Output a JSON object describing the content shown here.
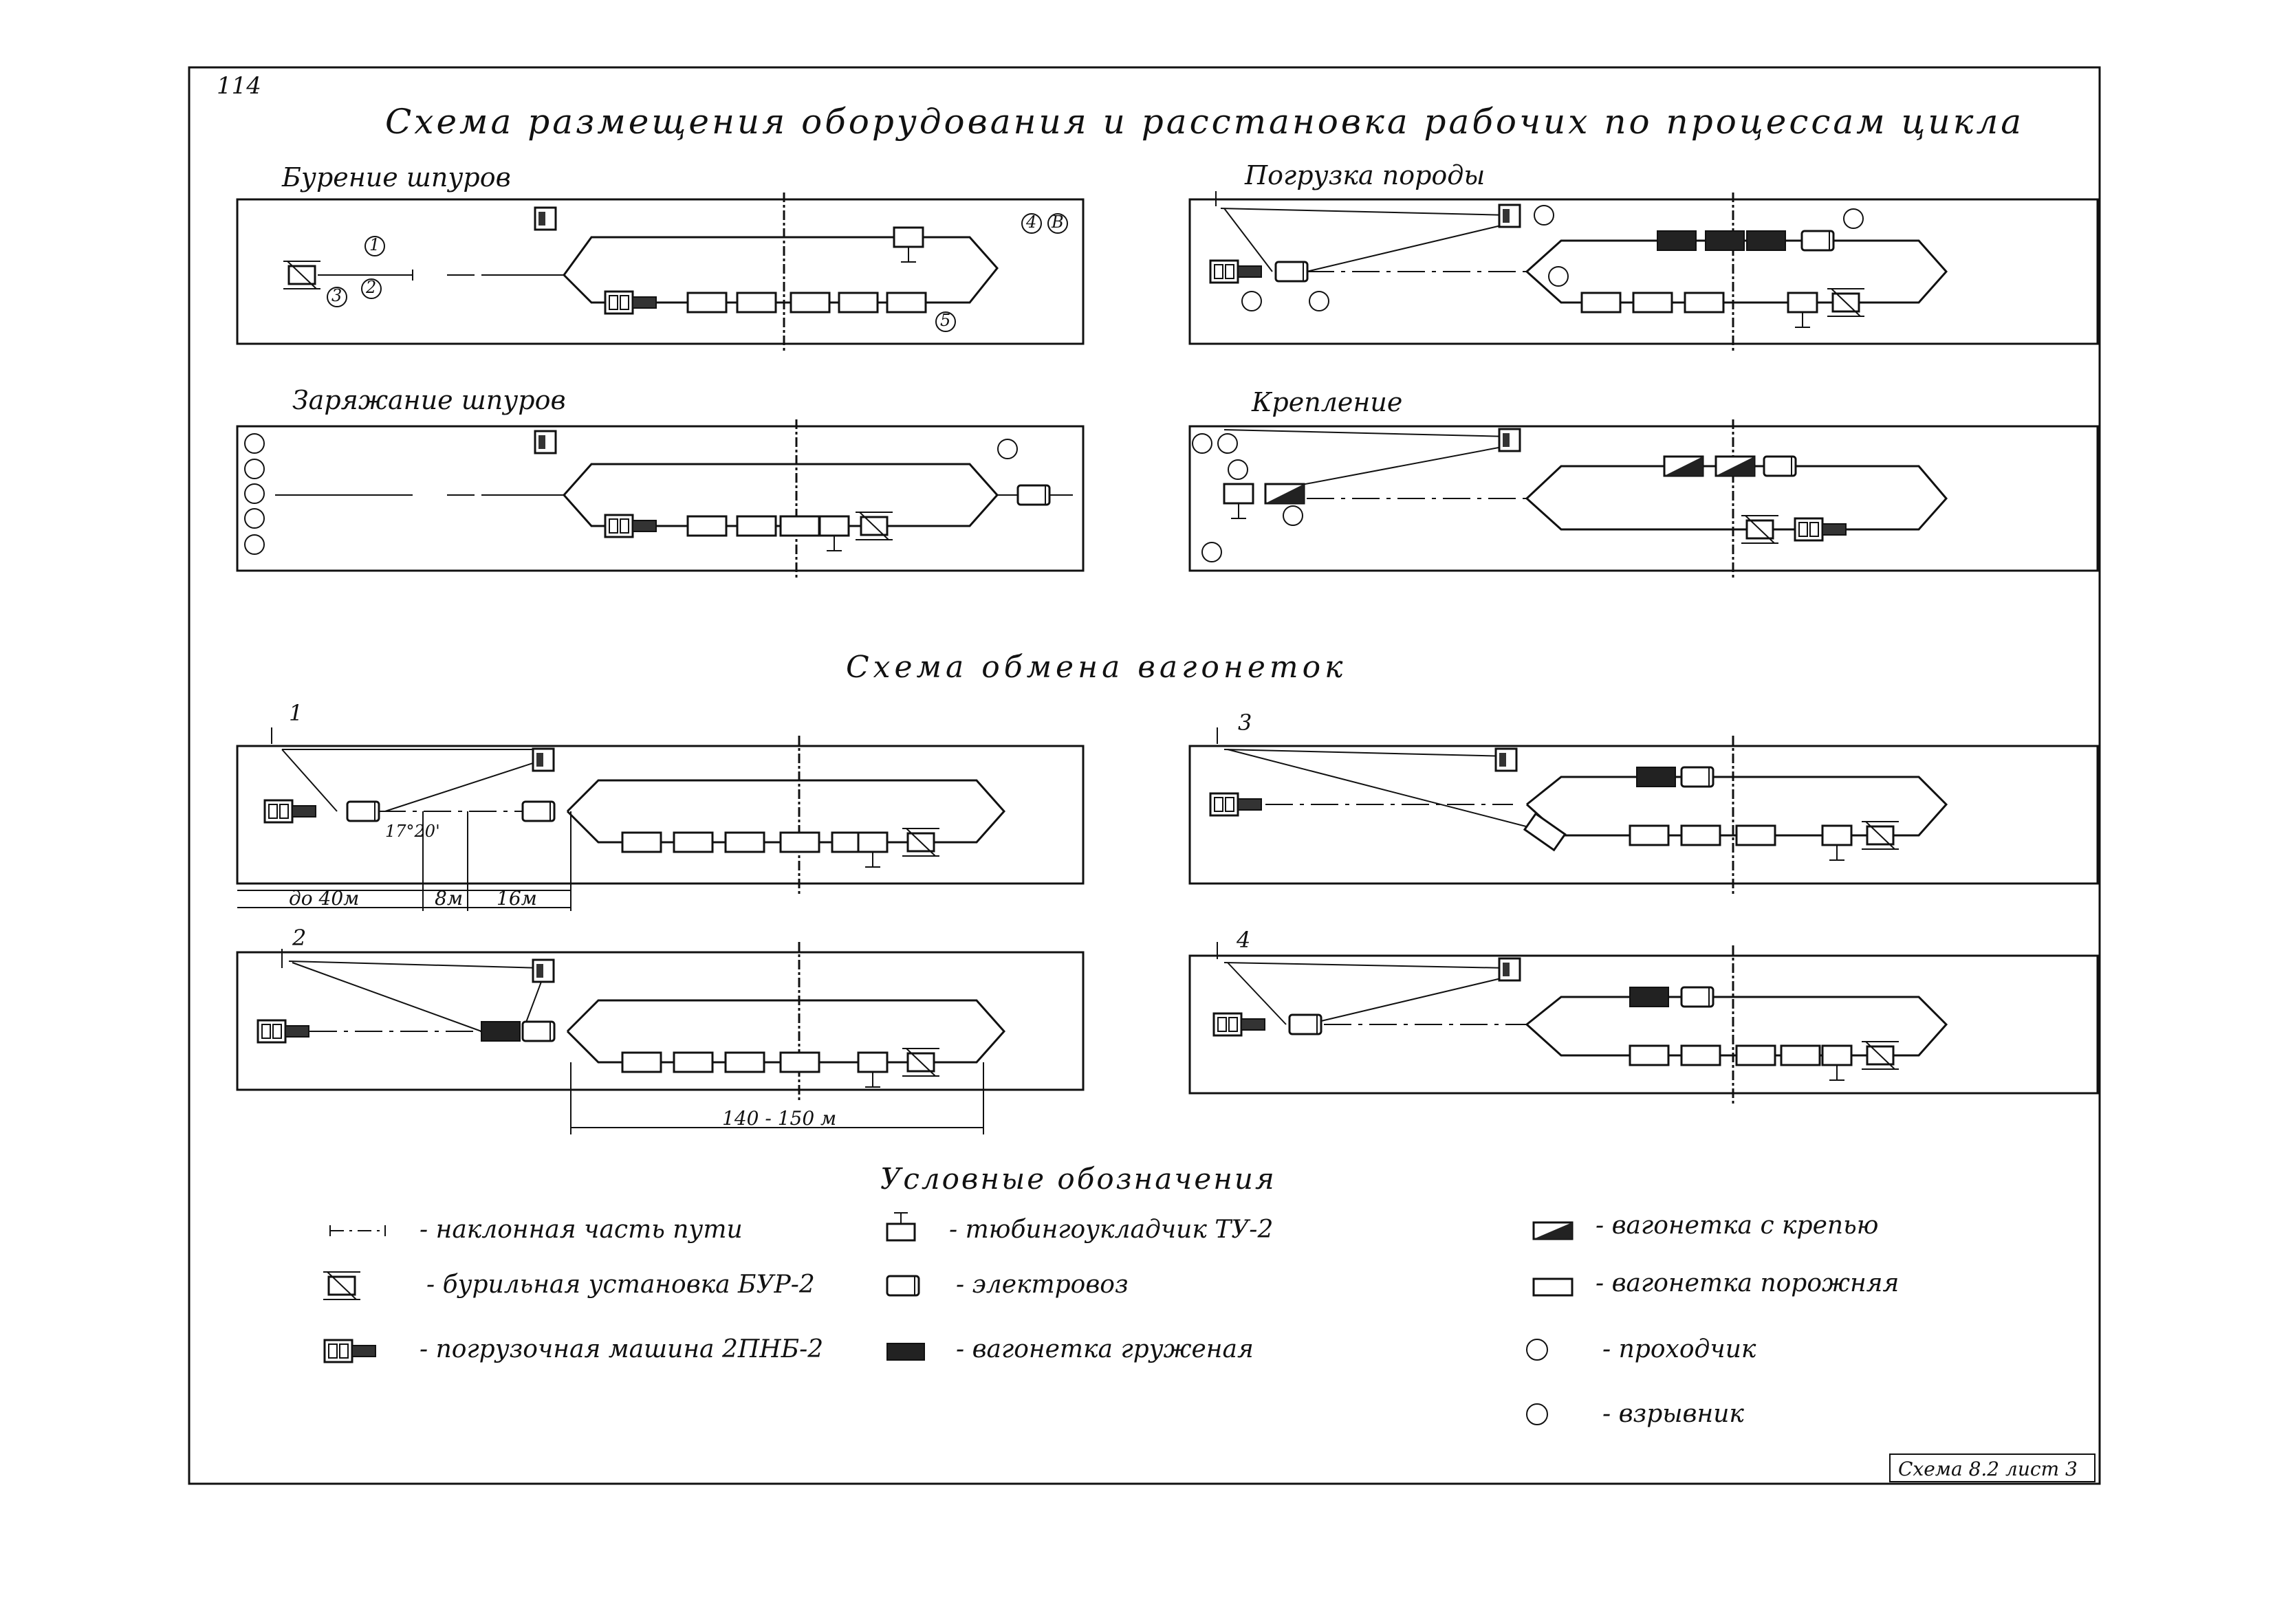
{
  "page_number": "114",
  "title": "Схема размещения оборудования и расстановка рабочих по процессам цикла",
  "panels": {
    "drilling": "Бурение шпуров",
    "loading": "Погрузка породы",
    "charging": "Заряжание шпуров",
    "support": "Крепление"
  },
  "exchange_title": "Схема обмена вагонеток",
  "exchange_panels": [
    "1",
    "2",
    "3",
    "4"
  ],
  "dimensions": {
    "d40": "до 40м",
    "d8": "8м",
    "d16": "16м",
    "d140": "140 - 150 м",
    "angle": "17°20'"
  },
  "worker_labels": [
    "1",
    "2",
    "3",
    "4",
    "5",
    "В"
  ],
  "legend": {
    "title": "Условные обозначения",
    "items": [
      {
        "symbol": "incline",
        "text": "- наклонная часть пути"
      },
      {
        "symbol": "drill-rig",
        "text": "- бурильная установка БУР-2"
      },
      {
        "symbol": "loader",
        "text": "- погрузочная машина 2ПНБ-2"
      },
      {
        "symbol": "erector",
        "text": "- тюбингоукладчик ТУ-2"
      },
      {
        "symbol": "locomotive",
        "text": "- электровоз"
      },
      {
        "symbol": "loaded-car",
        "text": "- вагонетка груженая"
      },
      {
        "symbol": "lining-car",
        "text": "- вагонетка с крепью"
      },
      {
        "symbol": "empty-car",
        "text": "- вагонетка порожняя"
      },
      {
        "symbol": "worker",
        "text": "- проходчик"
      },
      {
        "symbol": "blaster",
        "text": "- взрывник"
      }
    ]
  },
  "stamp": "Схема 8.2 лист 3"
}
